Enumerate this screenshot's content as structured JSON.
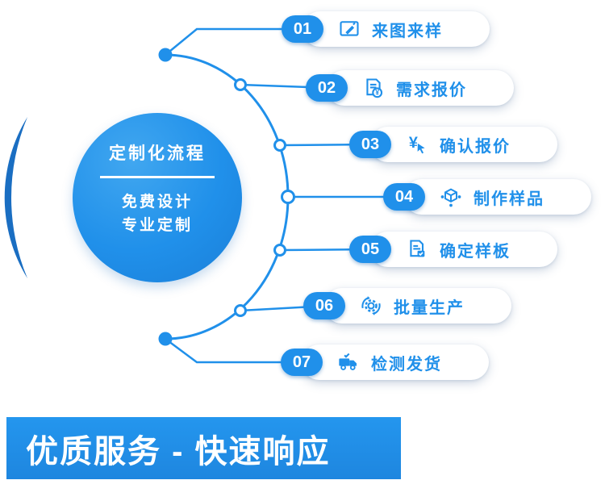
{
  "colors": {
    "primary_blue": "#2090EA",
    "dark_arc_blue": "#1A6EC2",
    "card_background": "#FFFFFF",
    "text_on_blue": "#FFFFFF"
  },
  "center_circle": {
    "title": "定制化流程",
    "subtitle_line1": "免费设计",
    "subtitle_line2": "专业定制"
  },
  "steps": [
    {
      "number": "01",
      "label": "来图来样",
      "icon": "drawing-board-icon"
    },
    {
      "number": "02",
      "label": "需求报价",
      "icon": "quotation-document-icon"
    },
    {
      "number": "03",
      "label": "确认报价",
      "icon": "confirm-price-icon"
    },
    {
      "number": "04",
      "label": "制作样品",
      "icon": "sample-cube-icon"
    },
    {
      "number": "05",
      "label": "确定样板",
      "icon": "template-document-icon"
    },
    {
      "number": "06",
      "label": "批量生产",
      "icon": "production-cycle-icon"
    },
    {
      "number": "07",
      "label": "检测发货",
      "icon": "delivery-truck-icon"
    }
  ],
  "banner": {
    "text": "优质服务 - 快速响应"
  }
}
